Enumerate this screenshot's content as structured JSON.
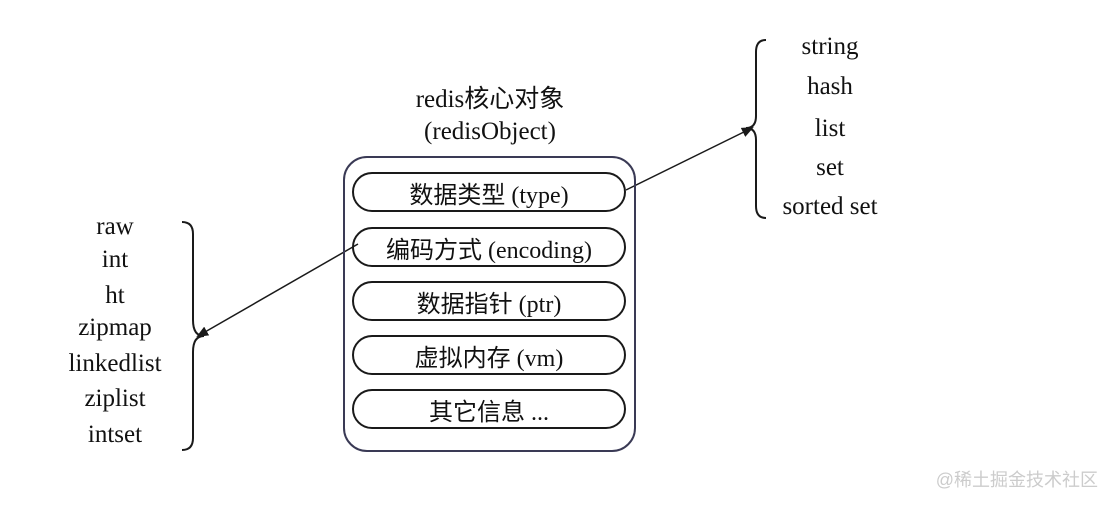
{
  "title": {
    "line1": "redis核心对象",
    "line2": "(redisObject)"
  },
  "fields": [
    "数据类型 (type)",
    "编码方式 (encoding)",
    "数据指针 (ptr)",
    "虚拟内存 (vm)",
    "其它信息 ..."
  ],
  "encodings": [
    "raw",
    "int",
    "ht",
    "zipmap",
    "linkedlist",
    "ziplist",
    "intset"
  ],
  "types": [
    "string",
    "hash",
    "list",
    "set",
    "sorted set"
  ],
  "watermark": "@稀土掘金技术社区"
}
